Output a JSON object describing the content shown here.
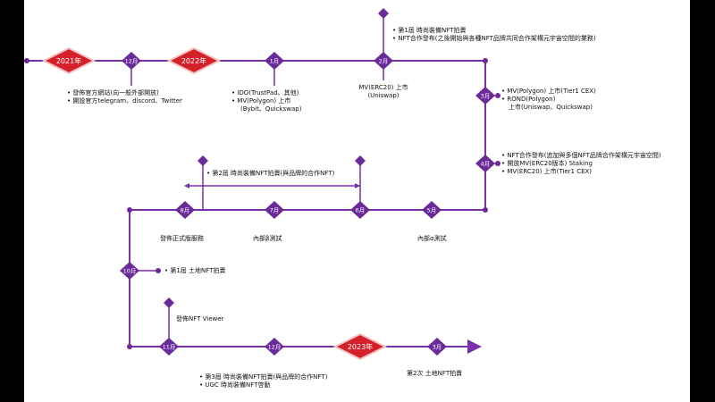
{
  "colors": {
    "line": "#7b2fa8",
    "node": "#6a2a9a",
    "year_fill": "#d4202a",
    "year_border": "#f2c3c3",
    "text": "#111111"
  },
  "years": [
    "2021年",
    "2022年",
    "2023年"
  ],
  "months": {
    "m12a": "12月",
    "m1": "1月",
    "m2": "2月",
    "m3": "3月",
    "m4": "4月",
    "m5": "5月",
    "m6": "6月",
    "m7": "7月",
    "m8": "8月",
    "m10": "10月",
    "m11": "11月",
    "m12b": "12月",
    "m3b": "3月"
  },
  "events": {
    "dec2021": [
      "發佈官方網站(向一般外部開放)",
      "開設官方telegram、discord、Twitter"
    ],
    "jan2022": [
      "IDO(TrustPad、其他)",
      "MV(Polygon) 上市",
      "(Bybit、Quickswap)"
    ],
    "feb_below": [
      "MV(ERC20) 上市",
      "(Uniswap)"
    ],
    "feb_above": [
      "第1屆  時尚裝備NFT拍賣",
      "NFT合作發布(之後開始與各種NFT品牌共同合作架構元宇宙空間的業務)"
    ],
    "mar2022": [
      "MV(Polygon) 上市(Tier1 CEX)",
      "ROND(Polygon)",
      "上市(Uniswap、Quickswap)"
    ],
    "apr2022": [
      "NFT合作發布(追加與多個NFT品牌合作架構元宇宙空間)",
      "開放MV(ERC20版本)   Staking",
      "MV(ERC20) 上市(Tier1 CEX)"
    ],
    "fashion2": "第2屆  時尚裝備NFT拍賣(與品牌的合作NFT)",
    "may": "內部α測試",
    "jul": "內部β測試",
    "aug": "發佈正式版服務",
    "oct": "第1屆  土地NFT拍賣",
    "viewer": "發佈NFT Viewer",
    "dec2022": [
      "第3屆  時尚裝備NFT拍賣(與品牌的合作NFT)",
      "UGC  時尚裝備NFT啓動"
    ],
    "mar2023": "第2次  土地NFT拍賣"
  }
}
